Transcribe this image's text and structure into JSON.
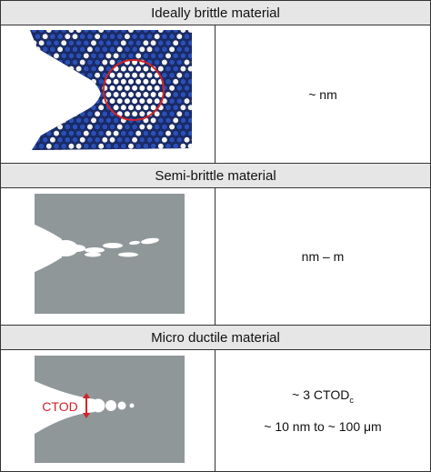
{
  "rows": [
    {
      "title": "Ideally brittle material",
      "scale": "~ nm"
    },
    {
      "title": "Semi-brittle material",
      "scale": "nm – m"
    },
    {
      "title": "Micro ductile material",
      "scale_line1_main": "~ 3 CTOD",
      "scale_line1_sub": "c",
      "scale_line2": "~ 10 nm to ~ 100 μm",
      "ctod_label": "CTOD"
    }
  ],
  "colors": {
    "header_bg": "#e6e6e6",
    "specimen_gray": "#8f9799",
    "atom_blue": "#2b4fb5",
    "highlight_red": "#d2232a"
  }
}
